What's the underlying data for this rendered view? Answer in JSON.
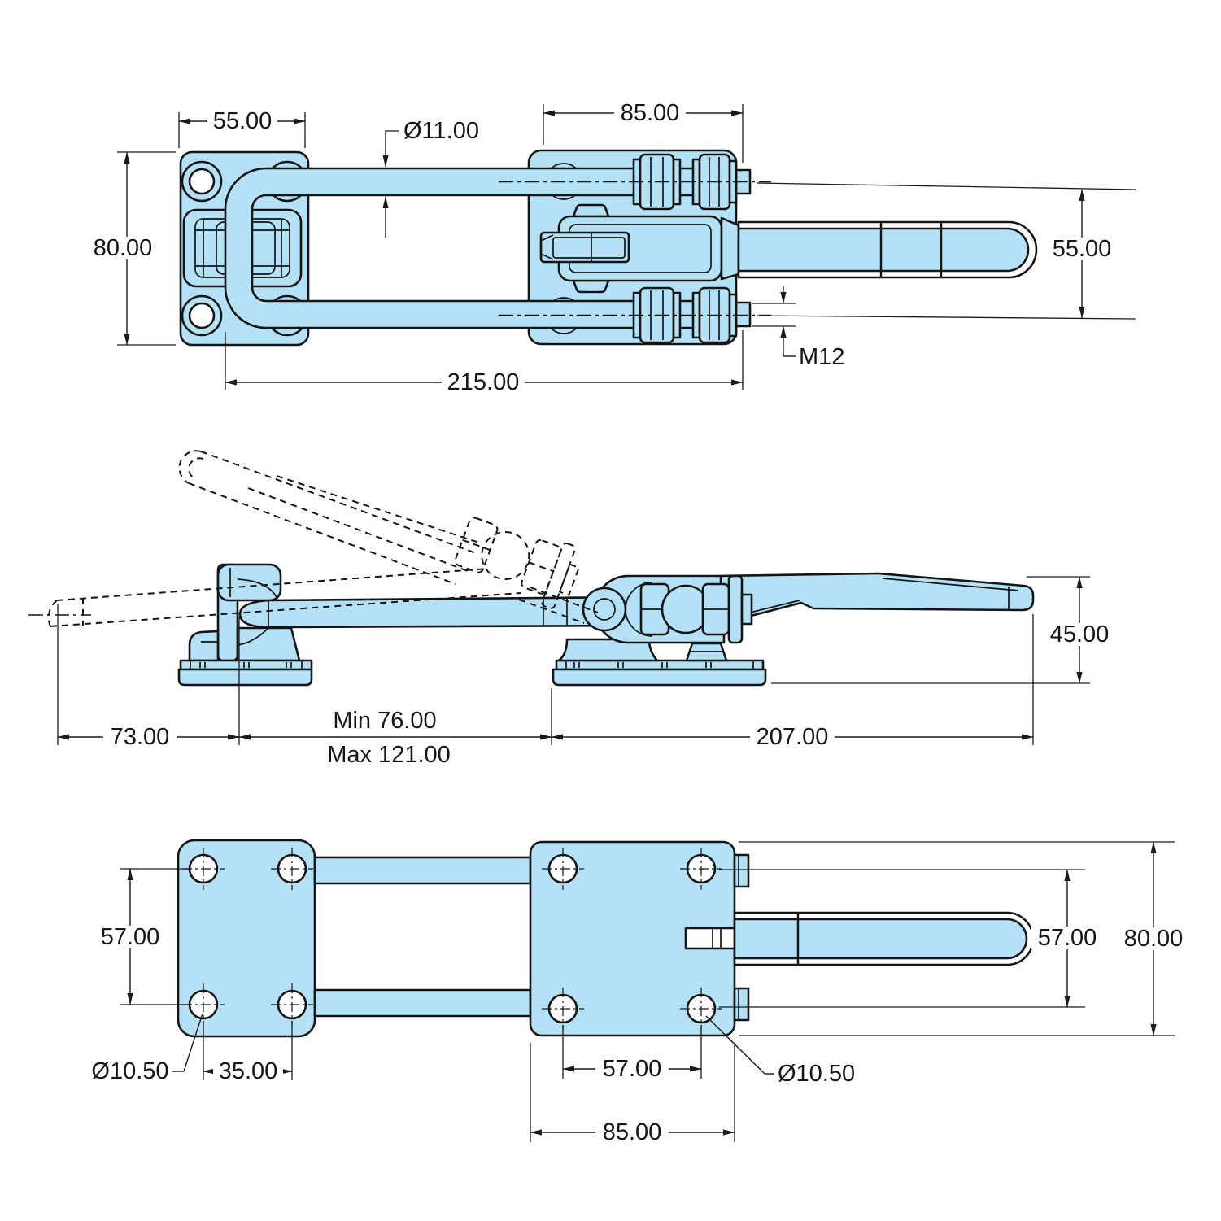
{
  "colors": {
    "part_fill": "#B5E1F6",
    "line": "#151515",
    "dim": "#1a1a1a",
    "bg": "#ffffff"
  },
  "top_view": {
    "plate_width": "55.00",
    "rod_diameter": "Ø11.00",
    "latch_plate_width": "85.00",
    "plate_height": "80.00",
    "rod_spacing": "55.00",
    "overall_length": "215.00",
    "thread": "M12"
  },
  "side_view": {
    "height": "45.00",
    "catch_offset": "73.00",
    "travel_min": "Min 76.00",
    "travel_max": "Max 121.00",
    "base_length": "207.00"
  },
  "bottom_view": {
    "hole_spacing_vertical_left": "57.00",
    "hole_diameter_left": "Ø10.50",
    "hole_spacing_horizontal_left": "35.00",
    "hole_spacing_horizontal_right": "57.00",
    "hole_diameter_right": "Ø10.50",
    "plate_width_right": "85.00",
    "hole_spacing_vertical_right": "57.00",
    "plate_height_right": "80.00"
  }
}
